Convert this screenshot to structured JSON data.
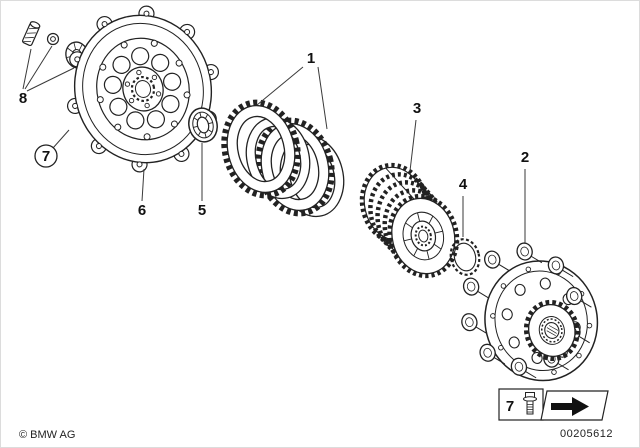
{
  "callouts": {
    "n1": "1",
    "n2": "2",
    "n3": "3",
    "n4": "4",
    "n5": "5",
    "n6": "6",
    "n7": "7",
    "n8": "8"
  },
  "legend": {
    "item_number": "7"
  },
  "footer": {
    "copyright": "© BMW AG",
    "part_number": "00205612"
  }
}
